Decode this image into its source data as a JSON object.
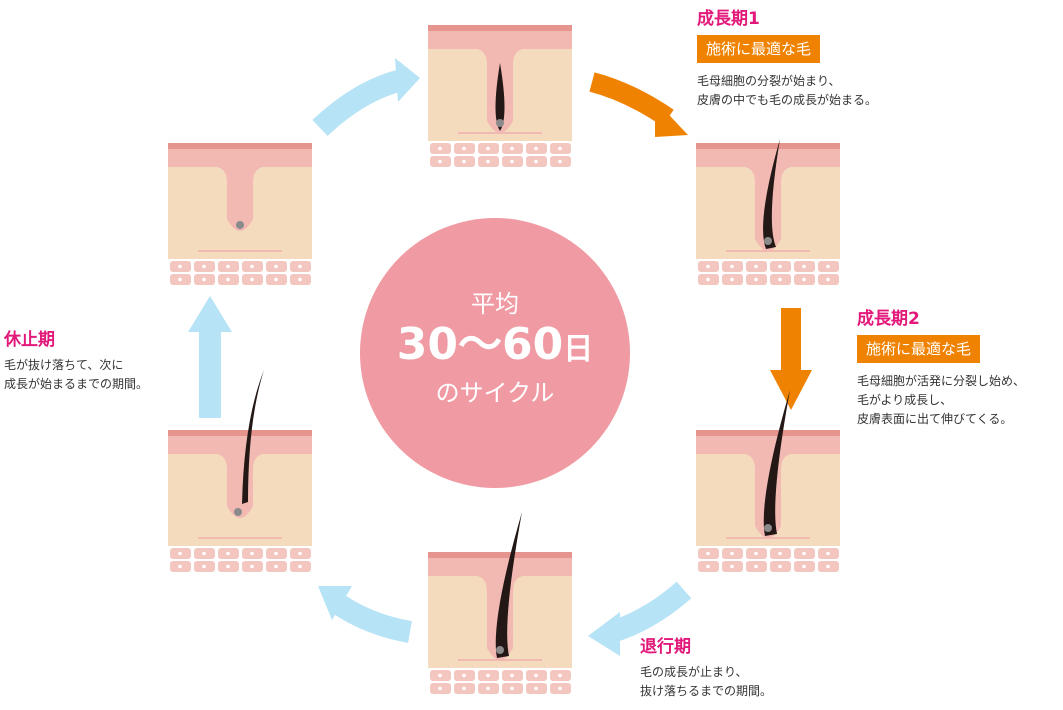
{
  "center": {
    "line1": "平均",
    "number": "30〜60",
    "unit": "日",
    "line3": "のサイクル"
  },
  "phases": [
    {
      "id": "growth1",
      "title": "成長期1",
      "badge": "施術に最適な毛",
      "desc": [
        "毛母細胞の分裂が始まり、",
        "皮膚の中でも毛の成長が始まる。"
      ]
    },
    {
      "id": "growth2",
      "title": "成長期2",
      "badge": "施術に最適な毛",
      "desc": [
        "毛母細胞が活発に分裂し始め、",
        "毛がより成長し、",
        "皮膚表面に出て伸びてくる。"
      ]
    },
    {
      "id": "regression",
      "title": "退行期",
      "desc": [
        "毛の成長が止まり、",
        "抜け落ちるまでの期間。"
      ]
    },
    {
      "id": "rest",
      "title": "休止期",
      "desc": [
        "毛が抜け落ちて、次に",
        "成長が始まるまでの期間。"
      ]
    }
  ],
  "colors": {
    "center_circle": "#f09aa3",
    "arrow_blue": "#b7e3f7",
    "arrow_orange": "#ef8200",
    "title_magenta": "#e2197a",
    "skin_top": "#f2b9b3",
    "skin_stripe": "#e6958e",
    "dermis": "#f5dbbe",
    "cells": "#f3c7c0",
    "hair": "#231815"
  }
}
